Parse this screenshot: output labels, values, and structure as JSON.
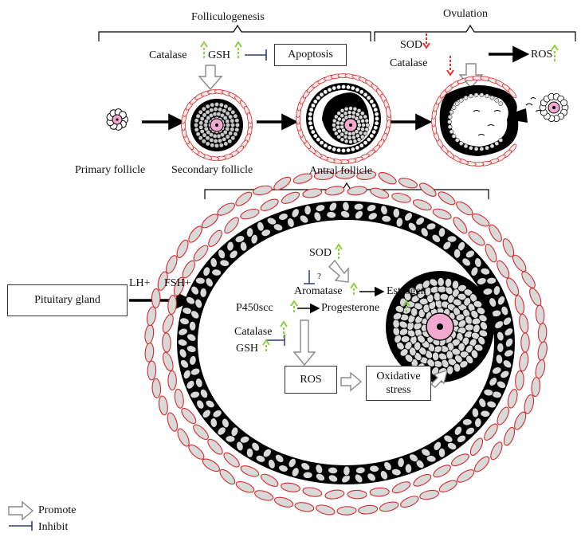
{
  "top": {
    "folliculogenesis_title": "Folliculogenesis",
    "ovulation_title": "Ovulation",
    "catalase": "Catalase",
    "gsh": "GSH",
    "apoptosis": "Apoptosis",
    "ov_sod": "SOD",
    "ov_catalase": "Catalase",
    "ov_ros": "ROS"
  },
  "stages": {
    "primary": "Primary follicle",
    "secondary": "Secondary follicle",
    "antral": "Antral follicle"
  },
  "detail": {
    "pituitary": "Pituitary gland",
    "lh": "LH+",
    "fsh": "FSH+",
    "sod": "SOD",
    "question": "?",
    "aromatase": "Aromatase",
    "estrogen": "Estrogen",
    "p450scc": "P450scc",
    "progesterone": "Progesterone",
    "catalase": "Catalase",
    "gsh": "GSH",
    "ros": "ROS",
    "oxidative_line1": "Oxidative",
    "oxidative_line2": "stress"
  },
  "legend": {
    "promote": "Promote",
    "inhibit": "Inhibit"
  },
  "colors": {
    "up_arrow": "#8ccf3c",
    "down_arrow": "#e03030",
    "inhibit": "#2c3e73",
    "oocyte": "#f3a9cf",
    "theca": "#d9d9d9",
    "theca_outline": "#d42a2a"
  }
}
